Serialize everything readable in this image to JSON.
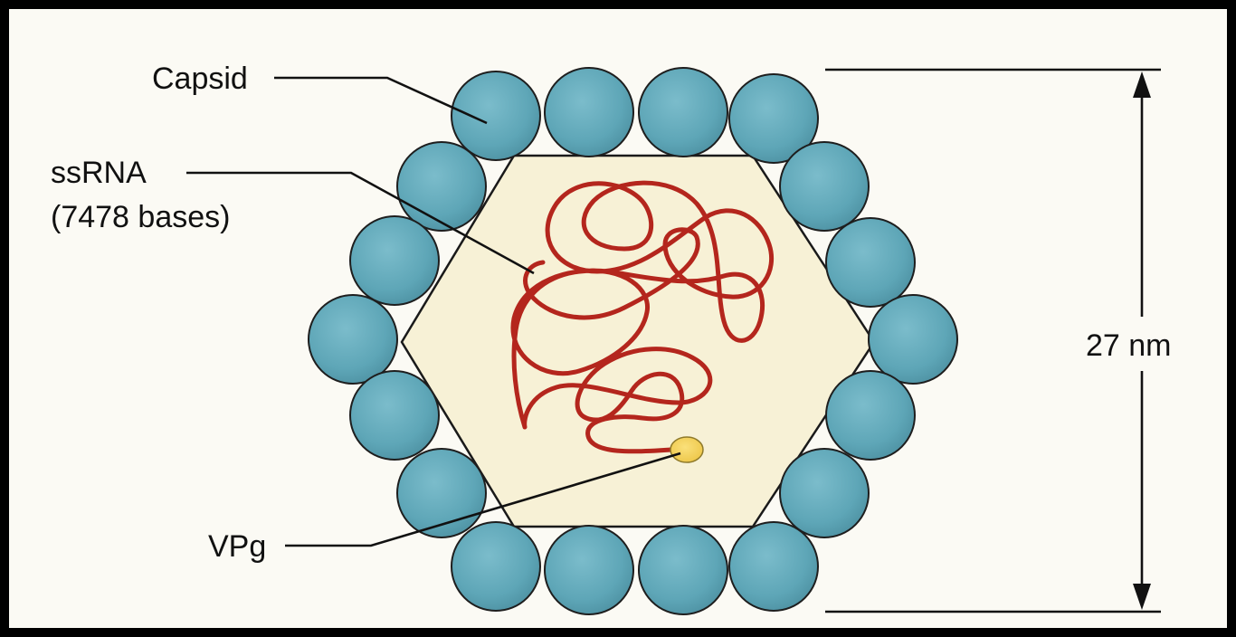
{
  "labels": {
    "capsid": "Capsid",
    "ssrna_line1": "ssRNA",
    "ssrna_line2": "(7478 bases)",
    "vpg": "VPg",
    "dimension": "27 nm"
  },
  "colors": {
    "background": "#fbfaf4",
    "frame": "#000000",
    "capsid_subunit": "#5ea6b7",
    "interior": "#f7f1d6",
    "rna": "#b4261d",
    "vpg": "#f2cf52",
    "lines": "#111111"
  }
}
